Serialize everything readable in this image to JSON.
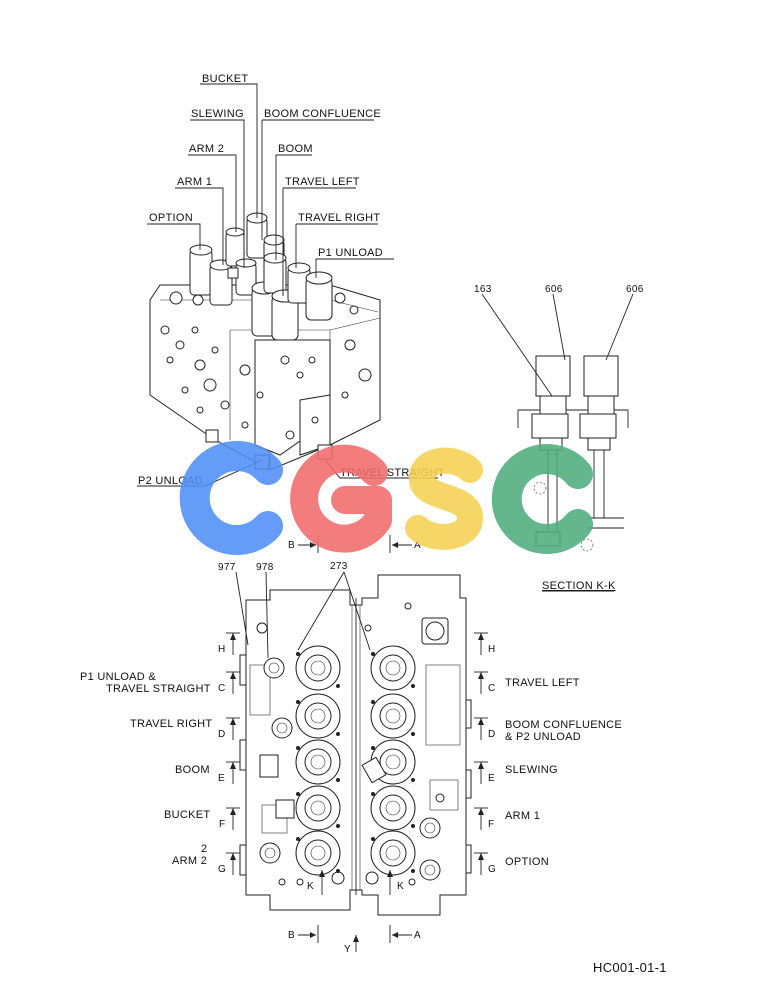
{
  "top_view_labels": {
    "bucket": "BUCKET",
    "slewing": "SLEWING",
    "boom_confluence": "BOOM CONFLUENCE",
    "arm2": "ARM 2",
    "boom": "BOOM",
    "arm1": "ARM 1",
    "travel_left": "TRAVEL LEFT",
    "option": "OPTION",
    "travel_right": "TRAVEL RIGHT",
    "p1_unload": "P1 UNLOAD",
    "p2_unload": "P2 UNLOAD",
    "travel_straight": "TRAVEL STRAIGHT"
  },
  "section": {
    "refs": [
      "163",
      "606",
      "606"
    ],
    "title": "SECTION  K-K"
  },
  "section_arrows": {
    "b": "B",
    "a": "A",
    "y": "Y",
    "k": "K",
    "h": "H",
    "c": "C",
    "d": "D",
    "e": "E",
    "f": "F",
    "g": "G"
  },
  "bottom_refs": [
    "977",
    "978",
    "273"
  ],
  "bottom_left_labels": {
    "p1_unload_line1": "P1 UNLOAD &",
    "p1_unload_line2": "TRAVEL STRAIGHT",
    "travel_right": "TRAVEL RIGHT",
    "boom": "BOOM",
    "bucket": "BUCKET",
    "arm2_line1": "2",
    "arm2_line2": "ARM 2"
  },
  "bottom_right_labels": {
    "travel_left": "TRAVEL LEFT",
    "boom_conf_line1": "BOOM CONFLUENCE",
    "boom_conf_line2": "&  P2 UNLOAD",
    "slewing": "SLEWING",
    "arm1": "ARM 1",
    "option": "OPTION"
  },
  "watermark": {
    "letters": [
      "C",
      "G",
      "S",
      "C"
    ],
    "colors": [
      "#4f8ff7",
      "#f26b6b",
      "#f7d154",
      "#4fae7e"
    ]
  },
  "drawing_code": "HC001-01-1"
}
